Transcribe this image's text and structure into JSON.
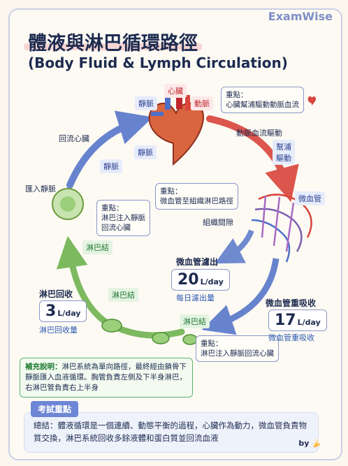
{
  "brand": "ExamWise",
  "title": "體液與淋巴循環路徑",
  "subtitle": "(Body Fluid & Lymph Circulation)",
  "labels": {
    "heart": "心臟",
    "vein_top": "靜脈",
    "artery": "動脈",
    "vein_mid": "靜脈",
    "vein_left": "靜脈",
    "return_heart": "回流心臟",
    "artery_flow": "動脈血流驅動",
    "pump_drive": "幫浦\n驅動",
    "capillary": "微血管",
    "into_vein": "匯入靜脈",
    "lymph_node_1": "淋巴結",
    "lymph_node_2": "淋巴結",
    "lymph_node_3": "淋巴結",
    "tissue_gap": "組織間隙"
  },
  "notes": {
    "heart_note": "重點：\n心臟幫浦驅動動脈血流",
    "capillary_note": "重點：\n微血管至組織淋巴路徑",
    "lymph_note": "重點：\n淋巴注入靜脈\n回流心臟",
    "bottom_note": "重點：\n淋巴注入靜脈回流心臟"
  },
  "stats": {
    "filtration": {
      "title": "微血管濾出",
      "value": "20",
      "unit": "L/day",
      "sub": "每日濾出量"
    },
    "reabsorption": {
      "title": "微血管重吸收",
      "value": "17",
      "unit": "L/day",
      "sub": "微血管重吸收"
    },
    "lymph_return": {
      "title": "淋巴回收",
      "value": "3",
      "unit": "L/day",
      "sub": "淋巴回收量"
    }
  },
  "supplement": {
    "head": "補充說明：",
    "body": "淋巴系統為單向路徑，最終經由鎖骨下靜脈匯入血液循環。胸管負責左側及下半身淋巴，右淋巴管負責右上半身"
  },
  "exam": {
    "head": "考試重點",
    "text": "總結：體液循環是一個連續、動態平衡的過程，心臟作為動力，微血管負責物質交換，淋巴系統回收多餘液體和蛋白質並回流血液"
  },
  "byline": "by",
  "colors": {
    "artery": "#d9453d",
    "vein": "#4d6fc8",
    "lymph": "#6fb24f",
    "accent": "#7e8fc9"
  }
}
